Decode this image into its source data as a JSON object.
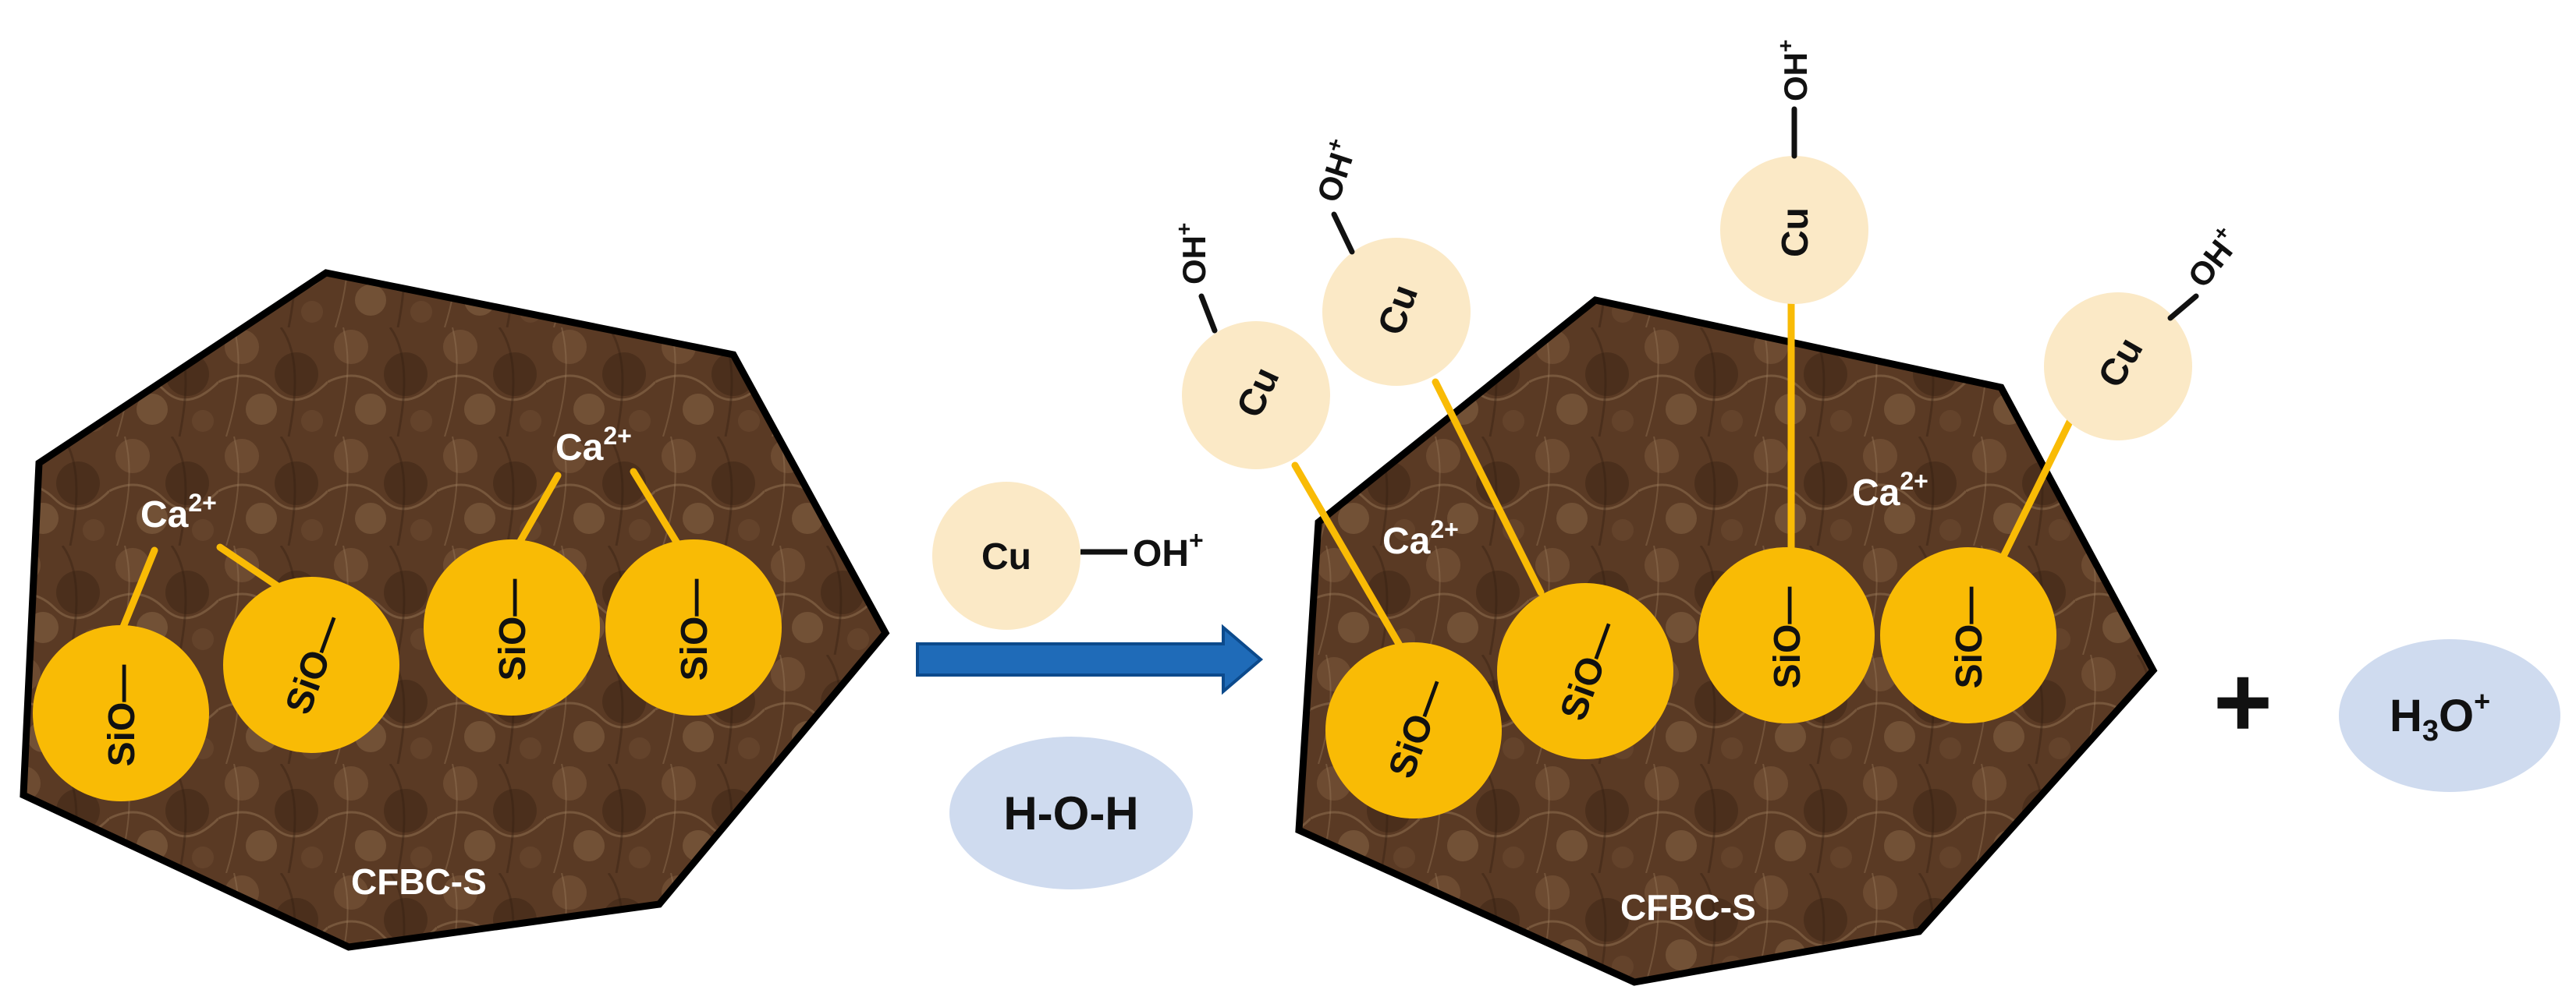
{
  "colors": {
    "particle_fill": "#5a3a24",
    "particle_edge": "#000000",
    "sio_fill": "#f9bb05",
    "link_line": "#f9bb05",
    "cu_fill": "#fbe9c6",
    "water_fill": "#cfdbef",
    "arrow_fill": "#1f6bb8",
    "arrow_edge": "#0c4a8c"
  },
  "left_particle": {
    "label": "CFBC-S",
    "ca_labels": [
      "Ca",
      "Ca"
    ],
    "ca_charge": "2+",
    "sio_labels": [
      "SiO—",
      "SiO—",
      "SiO—",
      "SiO—"
    ]
  },
  "reagents": {
    "cu_label": "Cu",
    "oh_label": "OH",
    "oh_charge": "+",
    "water_label": "H-O-H"
  },
  "right_particle": {
    "label": "CFBC-S",
    "ca_labels": [
      "Ca",
      "Ca"
    ],
    "ca_charge": "2+",
    "sio_labels": [
      "SiO—",
      "SiO—",
      "SiO—",
      "SiO—"
    ],
    "cu_labels": [
      "Cu",
      "Cu",
      "Cu",
      "Cu"
    ],
    "oh_labels": [
      "OH",
      "OH",
      "OH",
      "OH"
    ],
    "oh_charge": "+"
  },
  "products": {
    "plus_sign": "+",
    "hydronium_h": "H",
    "hydronium_sub": "3",
    "hydronium_o": "O",
    "hydronium_charge": "+"
  }
}
